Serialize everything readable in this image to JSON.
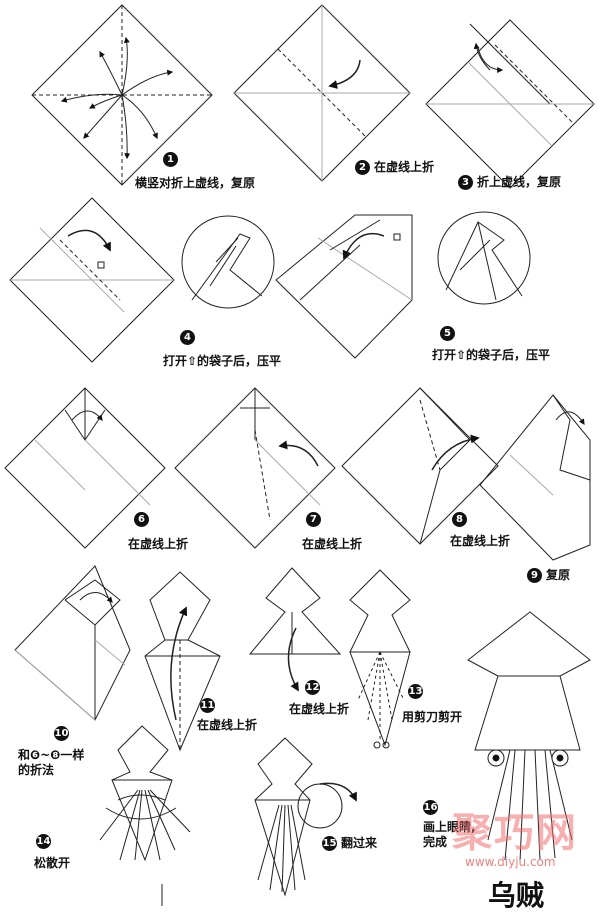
{
  "steps": [
    {
      "num": "1",
      "caption": "横竖对折上虚线，复原"
    },
    {
      "num": "2",
      "caption": "在虚线上折"
    },
    {
      "num": "3",
      "caption": "折上虚线，复原"
    },
    {
      "num": "4",
      "caption": "打开⇧的袋子后，压平"
    },
    {
      "num": "5",
      "caption": "打开⇧的袋子后，压平"
    },
    {
      "num": "6",
      "caption": "在虚线上折"
    },
    {
      "num": "7",
      "caption": "在虚线上折"
    },
    {
      "num": "8",
      "caption": "在虚线上折"
    },
    {
      "num": "9",
      "caption": "复原"
    },
    {
      "num": "10",
      "caption": "和❻~❽一样\n的折法"
    },
    {
      "num": "11",
      "caption": "在虚线上折"
    },
    {
      "num": "12",
      "caption": "在虚线上折"
    },
    {
      "num": "13",
      "caption": "用剪刀剪开"
    },
    {
      "num": "14",
      "caption": "松散开"
    },
    {
      "num": "15",
      "caption": "翻过来"
    },
    {
      "num": "16",
      "caption": "画上眼睛,\n完成"
    }
  ],
  "title": "乌贼",
  "watermark": {
    "logo": "聚巧网",
    "url": "www.diyju.com"
  },
  "colors": {
    "line": "#222222",
    "fold": "#999999",
    "watermark": "#f08080"
  }
}
